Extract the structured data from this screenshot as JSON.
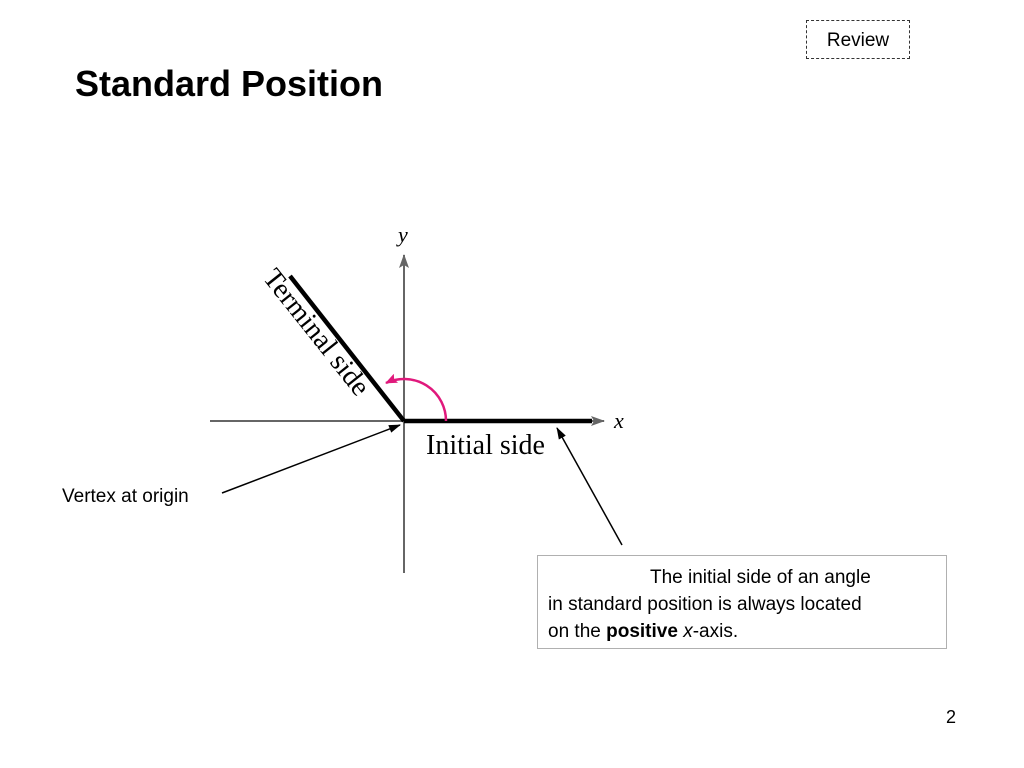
{
  "review": {
    "label": "Review"
  },
  "title": "Standard Position",
  "diagram": {
    "axis_x_label": "x",
    "axis_y_label": "y",
    "terminal_side_label": "Terminal side",
    "initial_side_label": "Initial side",
    "arc_color": "#e0197c"
  },
  "callouts": {
    "vertex": "Vertex at origin"
  },
  "note": {
    "line1": "The initial side of an angle",
    "line2": "in standard position is always located",
    "line3_prefix": "on the ",
    "line3_bold": "positive",
    "line3_var": "x",
    "line3_suffix": "-axis."
  },
  "page_number": "2"
}
